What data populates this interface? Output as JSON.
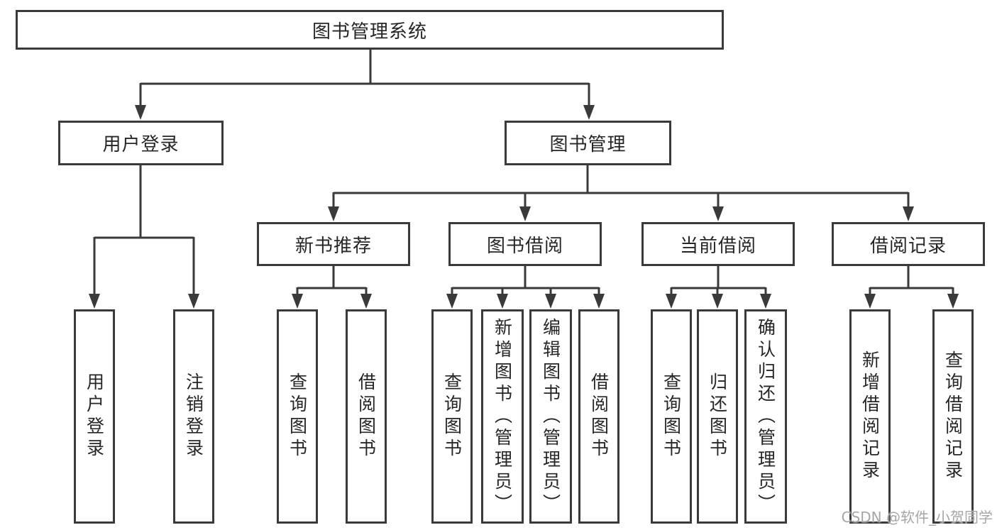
{
  "tree": {
    "root": {
      "label": "图书管理系统",
      "children": [
        {
          "label": "用户登录",
          "children": [
            {
              "label": "用户登录"
            },
            {
              "label": "注销登录"
            }
          ]
        },
        {
          "label": "图书管理",
          "children": [
            {
              "label": "新书推荐",
              "children": [
                {
                  "label": "查询图书"
                },
                {
                  "label": "借阅图书"
                }
              ]
            },
            {
              "label": "图书借阅",
              "children": [
                {
                  "label": "查询图书"
                },
                {
                  "label": "新增图书（管理员）"
                },
                {
                  "label": "编辑图书（管理员）"
                },
                {
                  "label": "借阅图书"
                }
              ]
            },
            {
              "label": "当前借阅",
              "children": [
                {
                  "label": "查询图书"
                },
                {
                  "label": "归还图书"
                },
                {
                  "label": "确认归还（管理员）"
                }
              ]
            },
            {
              "label": "借阅记录",
              "children": [
                {
                  "label": "新增借阅记录"
                },
                {
                  "label": "查询借阅记录"
                }
              ]
            }
          ]
        }
      ]
    }
  },
  "watermark": {
    "text": "CSDN @软件_小贺同学"
  },
  "colors": {
    "line": "#3a3a3a",
    "node_border": "#3a3a3a",
    "node_fill": "#ffffff",
    "text": "#262626",
    "background": "#ffffff",
    "watermark": "#a6a6a6"
  }
}
